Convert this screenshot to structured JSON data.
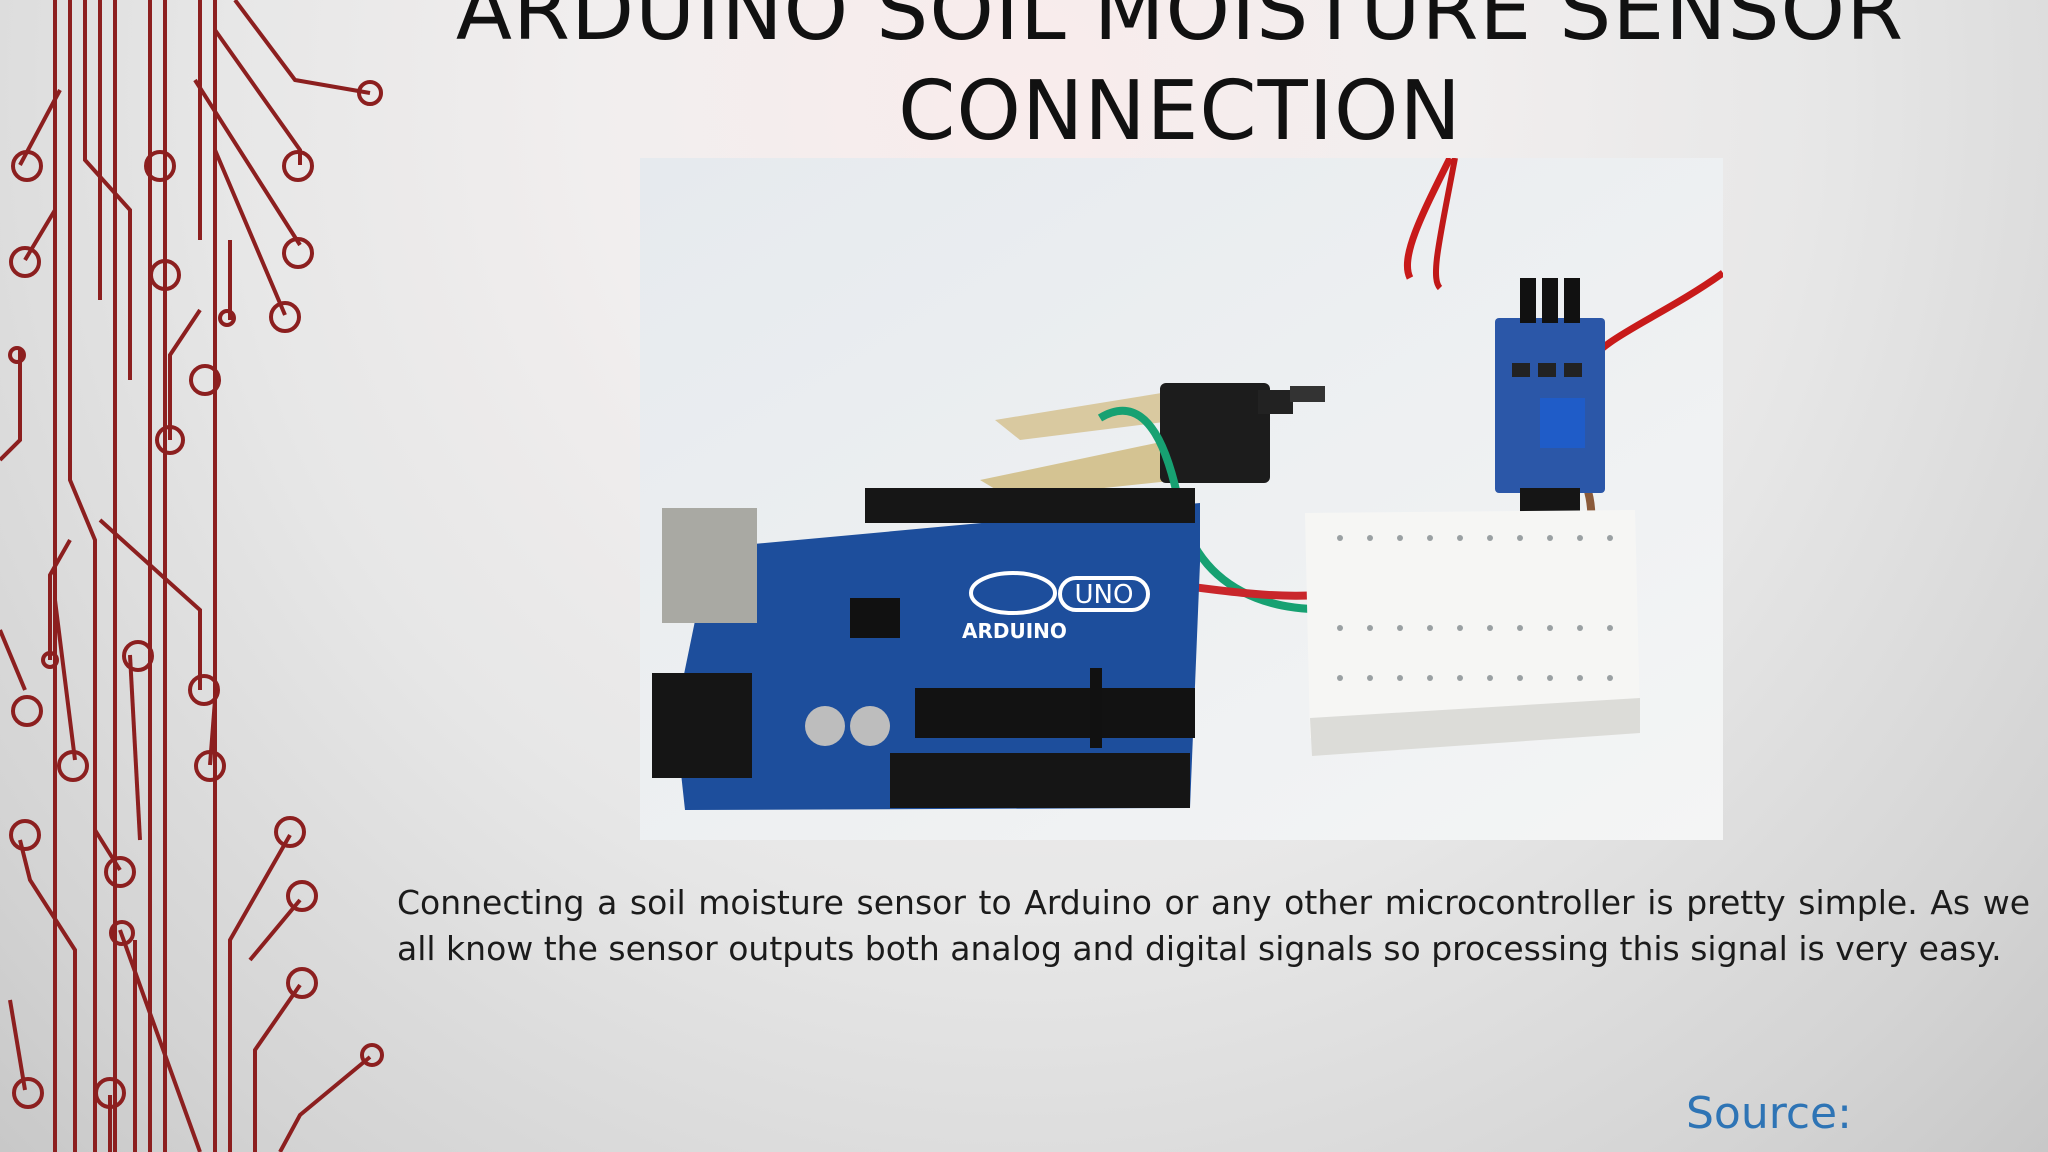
{
  "slide": {
    "title_line1": "Arduino Soil Moisture Sensor",
    "title_line2": "Connection",
    "body": "Connecting a soil moisture sensor to Arduino or any other microcontroller is pretty simple. As we all know the sensor outputs both analog and digital signals so processing this signal is very easy.",
    "source_label": "Source:"
  },
  "photo": {
    "board_logo": "UNO",
    "board_brand": "ARDUINO"
  },
  "colors": {
    "circuit_line": "#8c1f1f",
    "board_blue": "#1d4e9c",
    "source_link": "#2e74b5"
  }
}
